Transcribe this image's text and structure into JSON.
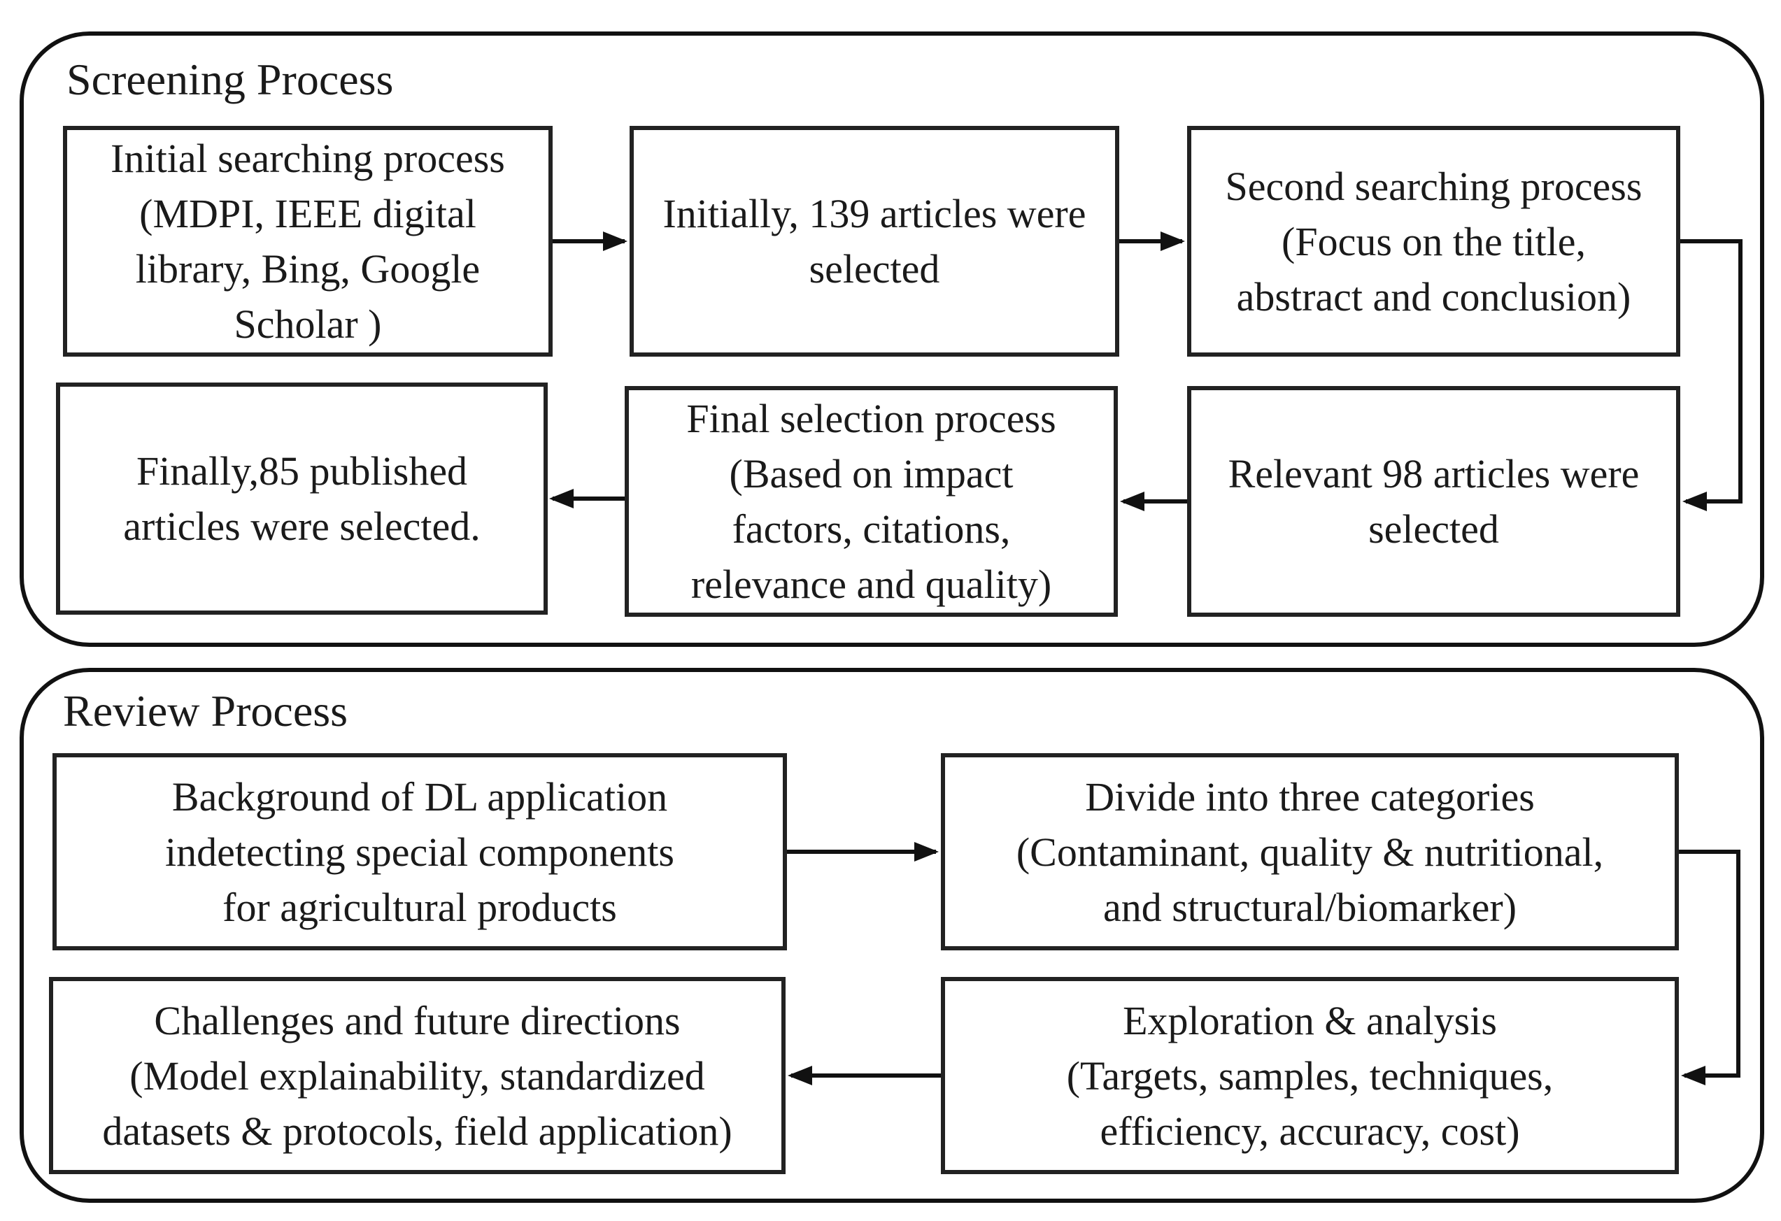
{
  "screening": {
    "title": "Screening Process",
    "boxes": {
      "initial_search": [
        "Initial searching process",
        "(MDPI, IEEE digital",
        "library, Bing, Google",
        "Scholar )"
      ],
      "initial_selected": [
        "Initially, 139 articles were",
        "selected"
      ],
      "second_search": [
        "Second searching process",
        "(Focus on the title,",
        "abstract and conclusion)"
      ],
      "relevant_selected": [
        "Relevant 98 articles were",
        "selected"
      ],
      "final_selection": [
        "Final selection process",
        "(Based on impact",
        "factors, citations,",
        "relevance and quality)"
      ],
      "final_published": [
        "Finally,85 published",
        "articles were selected."
      ]
    }
  },
  "review": {
    "title": "Review Process",
    "boxes": {
      "background": [
        "Background of DL application",
        "indetecting special components",
        "for agricultural products"
      ],
      "categories": [
        "Divide into three categories",
        "(Contaminant, quality & nutritional,",
        "and structural/biomarker)"
      ],
      "exploration": [
        "Exploration & analysis",
        "(Targets, samples, techniques,",
        "efficiency, accuracy, cost)"
      ],
      "challenges": [
        "Challenges and future directions",
        "(Model explainability, standardized",
        "datasets & protocols, field application)"
      ]
    }
  }
}
